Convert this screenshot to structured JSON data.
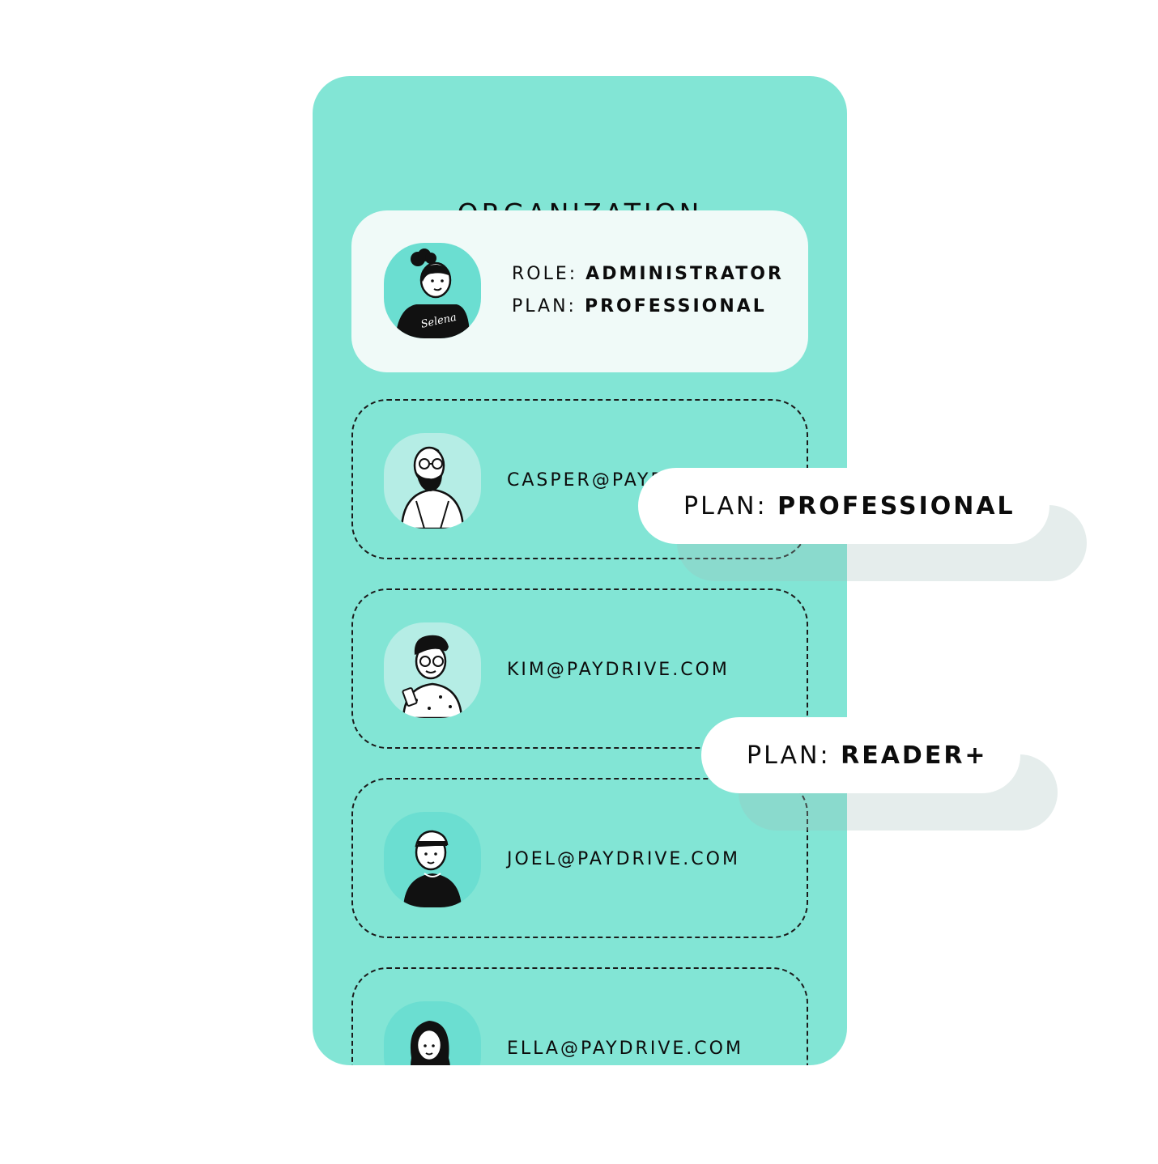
{
  "colors": {
    "panel_bg": "#82e5d5",
    "admin_card_bg": "#f0faf8",
    "avatar_light": "#b5ede5",
    "avatar_teal": "#6bded1",
    "text": "#0c0c0c",
    "pill_bg": "#ffffff"
  },
  "panel": {
    "title": "ORGANIZATION"
  },
  "admin": {
    "avatar_icon": "woman-avatar-icon",
    "role_label": "ROLE:",
    "role_value": "ADMINISTRATOR",
    "plan_label": "PLAN:",
    "plan_value": "PROFESSIONAL",
    "shirt_text": "Selena"
  },
  "members": [
    {
      "email": "CASPER@PAYDRIVE.COM",
      "avatar_icon": "bearded-man-avatar-icon"
    },
    {
      "email": "KIM@PAYDRIVE.COM",
      "avatar_icon": "glasses-man-avatar-icon"
    },
    {
      "email": "JOEL@PAYDRIVE.COM",
      "avatar_icon": "headband-man-avatar-icon"
    },
    {
      "email": "ELLA@PAYDRIVE.COM",
      "avatar_icon": "woman-long-hair-avatar-icon"
    }
  ],
  "pills": [
    {
      "label": "PLAN:",
      "value": "PROFESSIONAL"
    },
    {
      "label": "PLAN:",
      "value": "READER+"
    }
  ]
}
